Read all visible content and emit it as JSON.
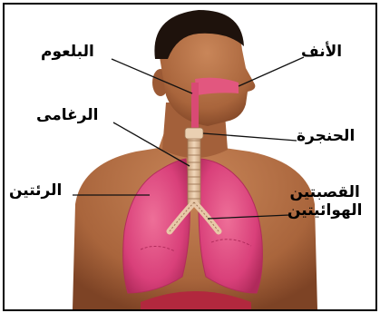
{
  "labels": {
    "nose": "الأنف",
    "pharynx": "البلعوم",
    "trachea": "الرغامى",
    "larynx": "الحنجرة",
    "lungs": "الرئتين",
    "bronchi_line1": "القصبتين",
    "bronchi_line2": "الهوائيتين"
  },
  "colors": {
    "skin": "#b8744a",
    "skin_dark": "#8a4f2c",
    "hair": "#1e120c",
    "lung": "#e0487a",
    "lung_dark": "#b22c5c",
    "trachea": "#e8c8a8",
    "diaphragm": "#b2283e",
    "leader_line": "#111111"
  }
}
